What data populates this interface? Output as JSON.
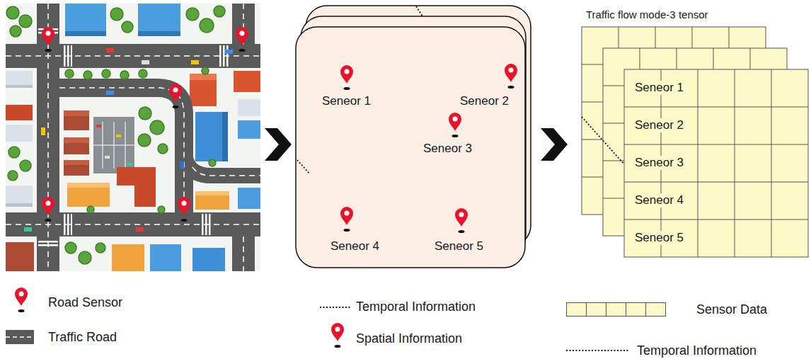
{
  "diagram": {
    "nodes": [
      {
        "text": [
          "Seneor 1",
          "Seneor 2",
          "Seneor 3",
          "Seneor 4",
          "Seneor 5"
        ]
      },
      {
        "text": [
          "Traffic flow mode-3 tensor",
          "Seneor 1",
          "Seneor 2",
          "Seneor 3",
          "Seneor 4",
          "Seneor 5"
        ]
      }
    ],
    "legend": [
      {
        "text": "Road Sensor"
      },
      {
        "text": "Traffic Road"
      },
      {
        "text": "Temporal Information"
      },
      {
        "text": "Spatial Information"
      },
      {
        "text": "Sensor Data",
        "color": "#fdf9c8"
      },
      {
        "text": "Temporal Information"
      }
    ]
  }
}
